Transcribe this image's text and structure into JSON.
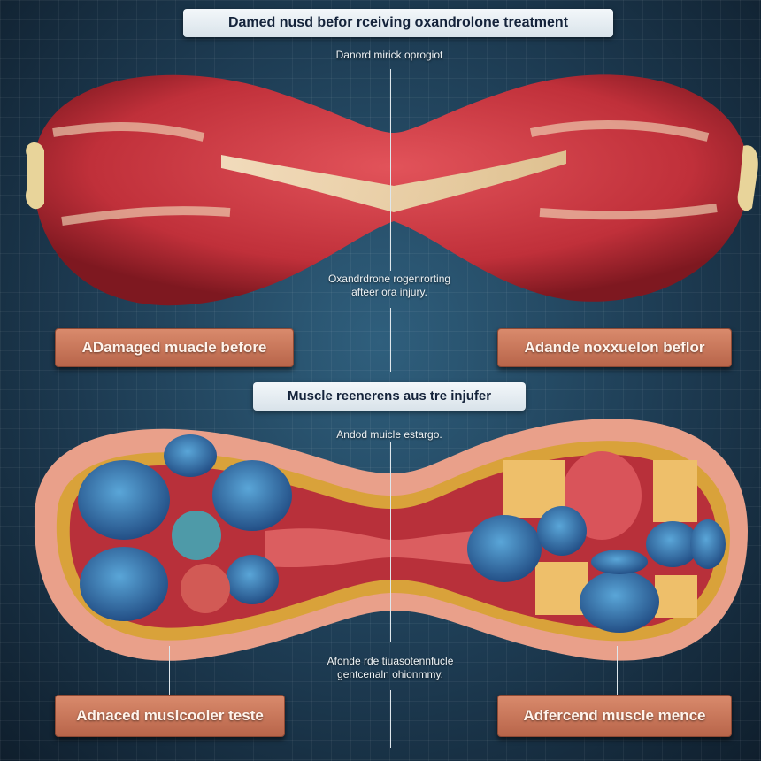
{
  "header": {
    "title": "Damed nusd befor rceiving  oxandrolone treatment"
  },
  "top_panel": {
    "subtitle": "Danord mirick oprogiot",
    "center_caption_line1": "Oxandrdrone rogenrorting",
    "center_caption_line2": "afteer ora injury.",
    "left_label": "ADamaged muacle before",
    "right_label": "Adande noxxuelon beflor"
  },
  "bottom_panel": {
    "title": "Muscle reenerens aus tre injufer",
    "subtitle": "Andod muicle estargo.",
    "caption_line1": "Afonde rde tiuasotennfucle",
    "caption_line2": "gentcenaln ohionmmy.",
    "left_label": "Adnaced muslcooler teste",
    "right_label": "Adfercend muscle mence"
  },
  "colors": {
    "background": "#1d3b52",
    "muscle": "#c8323a",
    "tendon": "#efe2b8",
    "cell": "#3e7fb8",
    "label": "#c97458"
  }
}
